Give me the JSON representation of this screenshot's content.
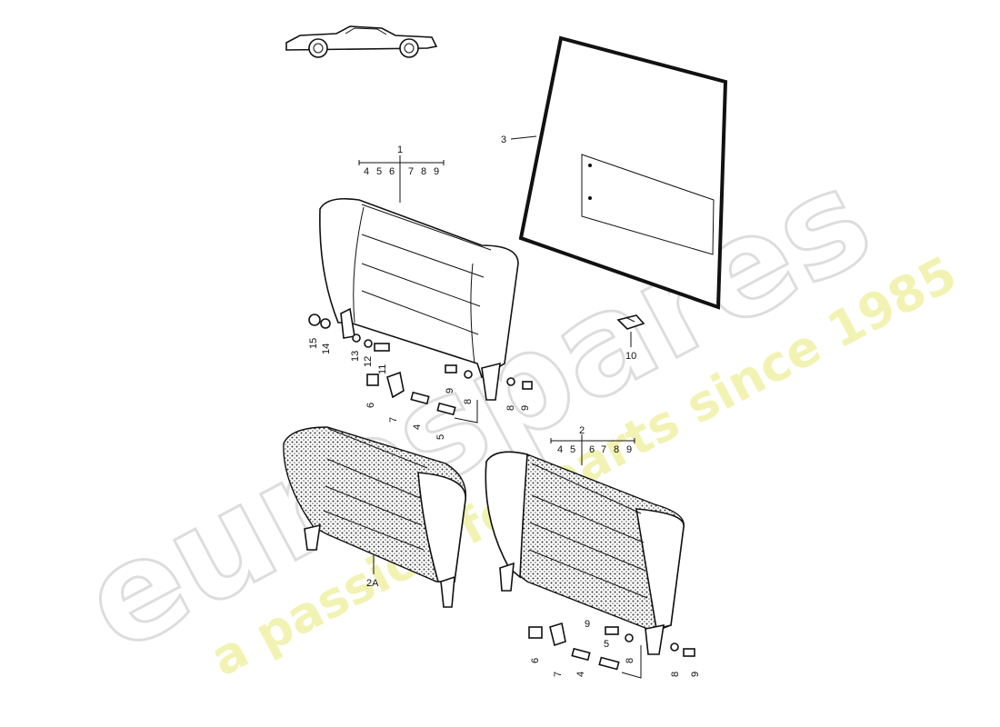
{
  "watermark": {
    "brand": "eurospares",
    "tagline": "a passion for parts since 1985"
  },
  "callouts": {
    "p1": "1",
    "p1_subs": [
      "4",
      "5",
      "6",
      "7",
      "8",
      "9"
    ],
    "p2": "2",
    "p2_subs": [
      "4",
      "5",
      "6",
      "7",
      "8",
      "9"
    ],
    "p2A": "2A",
    "p3": "3",
    "p10": "10",
    "upper_hw": [
      "15",
      "14",
      "13",
      "12",
      "11",
      "9",
      "8",
      "8",
      "9",
      "6",
      "7",
      "4",
      "5"
    ],
    "lower_hw": [
      "9",
      "6",
      "7",
      "4",
      "5",
      "8",
      "8",
      "9"
    ]
  }
}
